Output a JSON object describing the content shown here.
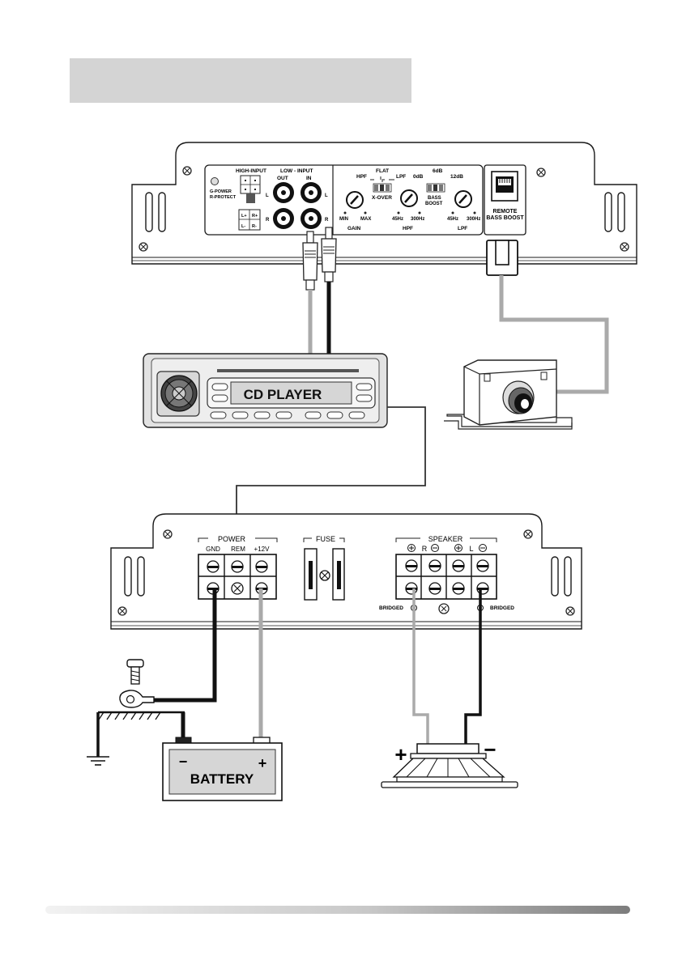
{
  "header": {
    "title": ""
  },
  "top_amp": {
    "high_input": "HIGH-INPUT",
    "low_input": "LOW - INPUT",
    "out": "OUT",
    "in": "IN",
    "g_power": "G-POWER",
    "r_protect": "R-PROTECT",
    "l_label": "L",
    "r_label": "R",
    "lplus": "L+",
    "lminus": "L-",
    "rplus": "R+",
    "rminus": "R-",
    "hpf": "HPF",
    "flat": "FLAT",
    "lpf": "LPF",
    "xover": "X-OVER",
    "db0": "0dB",
    "db6": "6dB",
    "db12": "12dB",
    "bass": "BASS",
    "boost": "BOOST",
    "min": "MIN",
    "max": "MAX",
    "gain": "GAIN",
    "hz45a": "45Hz",
    "hz300a": "300Hz",
    "hpf_label": "HPF",
    "hz45b": "45Hz",
    "hz300b": "300Hz",
    "lpf_label": "LPF",
    "remote": "REMOTE",
    "bass_boost": "BASS BOOST"
  },
  "cd_player": {
    "label": "CD PLAYER"
  },
  "bottom_amp": {
    "power": "POWER",
    "gnd": "GND",
    "rem": "REM",
    "v12": "+12V",
    "fuse": "FUSE",
    "speaker": "SPEAKER",
    "r": "R",
    "l": "L",
    "bridged_left": "BRIDGED",
    "bridged_right": "BRIDGED"
  },
  "battery": {
    "label": "BATTERY",
    "minus": "−",
    "plus": "+"
  },
  "speaker": {
    "plus": "+",
    "minus": "−"
  }
}
